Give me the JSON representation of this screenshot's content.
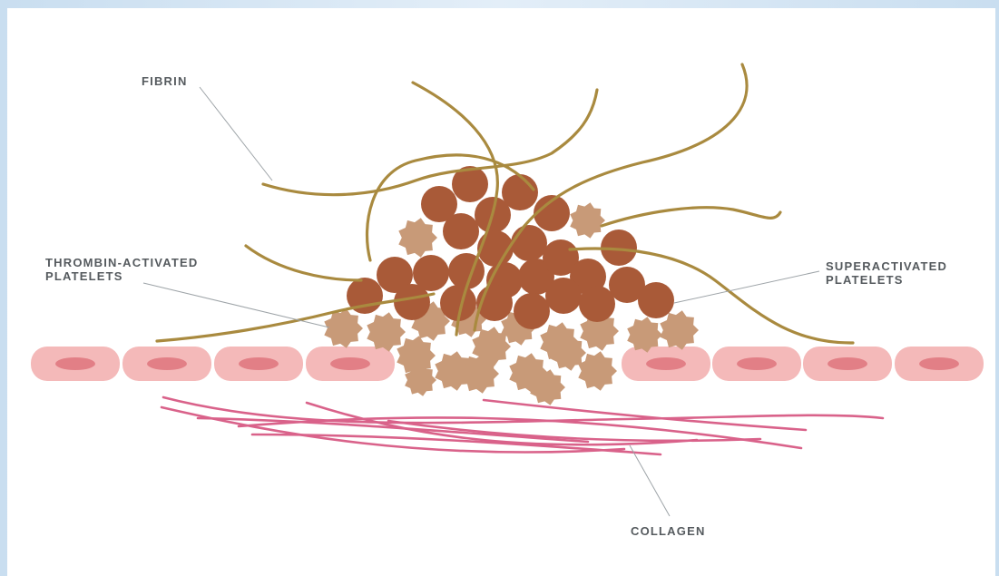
{
  "labels": {
    "fibrin": "FIBRIN",
    "thrombin_line1": "THROMBIN-ACTIVATED",
    "thrombin_line2": "PLATELETS",
    "super_line1": "SUPERACTIVATED",
    "super_line2": "PLATELETS",
    "collagen": "COLLAGEN"
  },
  "colors": {
    "page_gradient_edge": "#c9def0",
    "canvas": "#ffffff",
    "label_text": "#555a5e",
    "leader_line": "#9ea4a8",
    "fibrin": "#a98a3f",
    "red_blood_cell": "#a95a38",
    "platelet": "#c89a78",
    "endothelial_cell": "#f4b9b9",
    "endothelial_nucleus": "#e27f86",
    "collagen": "#d9628a"
  }
}
